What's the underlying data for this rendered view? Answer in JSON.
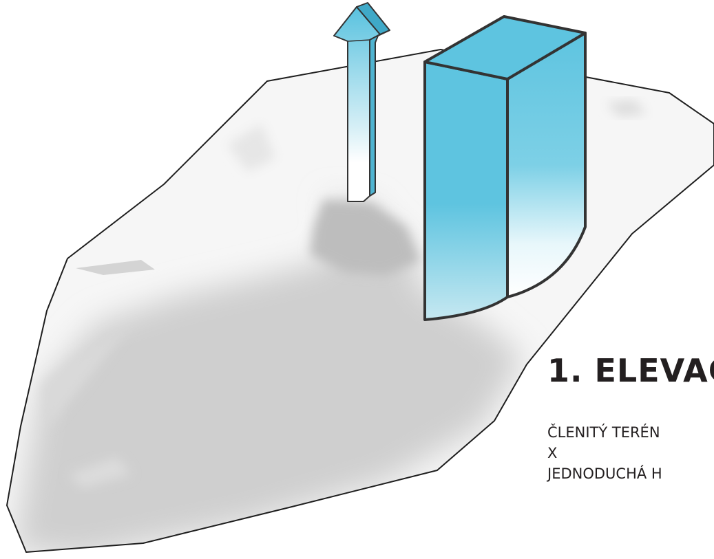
{
  "heading": "1. ELEVAC",
  "lines": [
    "ČLENITÝ TERÉN",
    "X",
    "JEDNODUCHÁ H"
  ],
  "colors": {
    "accent": "#5bc5e0",
    "outline": "#333333",
    "terrain_shade": "#c4c4c4"
  },
  "icons": [
    "up-arrow-icon"
  ]
}
